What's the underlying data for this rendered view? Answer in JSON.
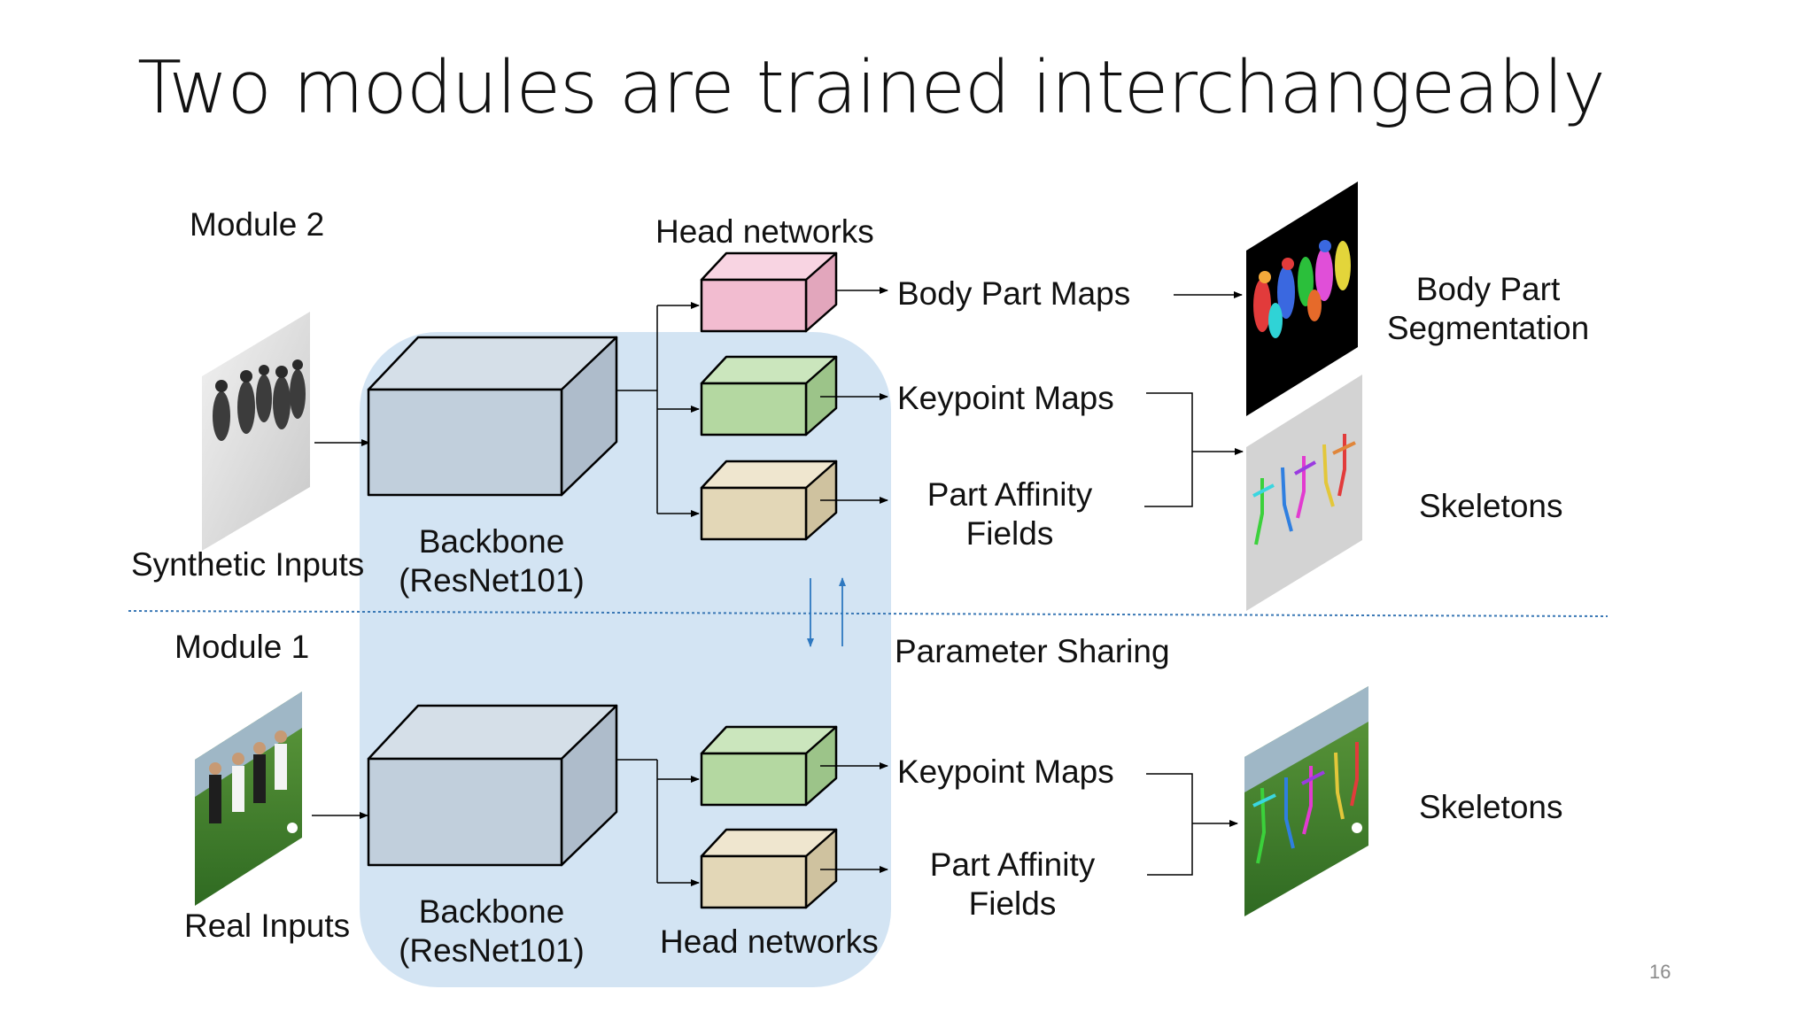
{
  "title": "Two modules are trained interchangeably",
  "page_number": "16",
  "module2": {
    "label": "Module 2",
    "input_label": "Synthetic Inputs",
    "backbone": [
      "Backbone",
      "(ResNet101)"
    ],
    "heads_label": "Head networks",
    "outputs": {
      "body_part_maps": "Body Part Maps",
      "keypoint_maps": "Keypoint Maps",
      "paf": [
        "Part Affinity",
        "Fields"
      ]
    },
    "results": {
      "segmentation": [
        "Body Part",
        "Segmentation"
      ],
      "skeletons": "Skeletons"
    }
  },
  "module1": {
    "label": "Module 1",
    "input_label": "Real Inputs",
    "backbone": [
      "Backbone",
      "(ResNet101)"
    ],
    "heads_label": "Head networks",
    "outputs": {
      "keypoint_maps": "Keypoint Maps",
      "paf": [
        "Part Affinity",
        "Fields"
      ]
    },
    "results": {
      "skeletons": "Skeletons"
    }
  },
  "parameter_sharing": "Parameter Sharing",
  "colors": {
    "shared_region": "#d3e4f3",
    "backbone": "#c1cfdc",
    "body_part_head": "#f2bcd0",
    "keypoint_head": "#b4d8a1",
    "paf_head": "#e3d7b7",
    "divider": "#3a78b5",
    "sharing_arrows": "#2e78c0"
  }
}
